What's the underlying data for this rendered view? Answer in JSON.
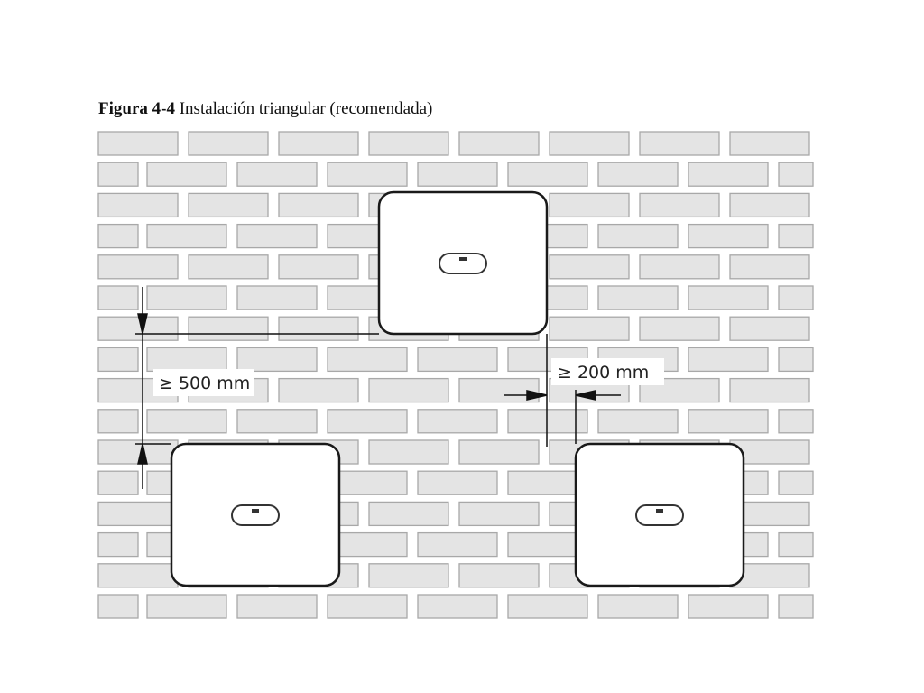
{
  "figure": {
    "number": "Figura 4-4",
    "title": "Instalación triangular (recomendada)",
    "vertical_clearance_label": "≥ 500 mm",
    "horizontal_clearance_label": "≥ 200 mm"
  },
  "colors": {
    "brick_fill": "#e4e4e4",
    "brick_stroke": "#a8a8a8",
    "inverter_stroke": "#1a1a1a"
  }
}
